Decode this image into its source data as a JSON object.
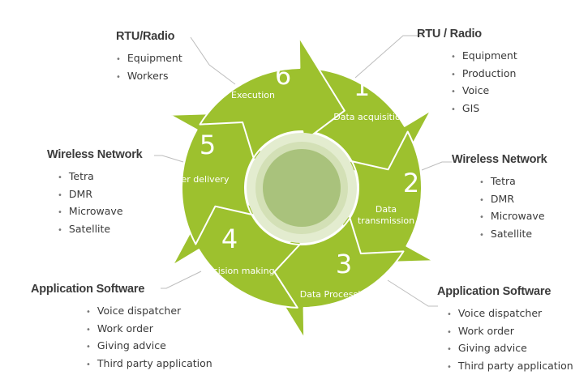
{
  "colors": {
    "arrow": "#9dc12e",
    "arrow_edge": "#88ad24",
    "ring": "#e3eccf",
    "core": "#a9c27c",
    "connector": "#bdbdbd",
    "text": "#3b3b3b"
  },
  "stages": [
    {
      "number": "1",
      "label_lines": [
        "Data acquisition"
      ]
    },
    {
      "number": "2",
      "label_lines": [
        "Data",
        "transmission"
      ]
    },
    {
      "number": "3",
      "label_lines": [
        "Data Processing"
      ]
    },
    {
      "number": "4",
      "label_lines": [
        "Decision making"
      ]
    },
    {
      "number": "5",
      "label_lines": [
        "Order delivery"
      ]
    },
    {
      "number": "6",
      "label_lines": [
        "Execution"
      ]
    }
  ],
  "panels": {
    "rtu_radio_right": {
      "title": "RTU / Radio",
      "items": [
        "Equipment",
        "Production",
        "Voice",
        "GIS"
      ]
    },
    "wireless_right": {
      "title": "Wireless Network",
      "items": [
        "Tetra",
        "DMR",
        "Microwave",
        "Satellite"
      ]
    },
    "app_software_right": {
      "title": "Application Software",
      "items": [
        "Voice dispatcher",
        "Work order",
        "Giving advice",
        "Third party application"
      ]
    },
    "app_software_left": {
      "title": "Application Software",
      "items": [
        "Voice dispatcher",
        "Work order",
        "Giving advice",
        "Third party application"
      ]
    },
    "wireless_left": {
      "title": "Wireless Network",
      "items": [
        "Tetra",
        "DMR",
        "Microwave",
        "Satellite"
      ]
    },
    "rtu_radio_left": {
      "title": "RTU/Radio",
      "items": [
        "Equipment",
        "Workers"
      ]
    }
  }
}
